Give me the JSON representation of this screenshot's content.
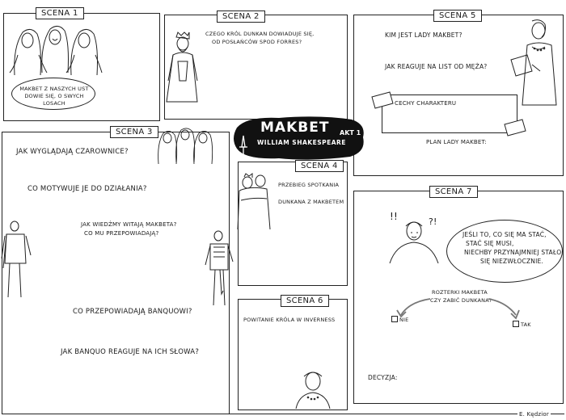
{
  "title": {
    "name": "Makbet",
    "author": "William Shakespeare",
    "act": "Akt 1"
  },
  "scenes": {
    "s1": {
      "label": "Scena 1",
      "bubble": "Makbet z naszych ust dowie się, o swych losach"
    },
    "s2": {
      "label": "Scena 2",
      "text_line1": "Czego król Dunkan dowiaduje się,",
      "text_line2": "od posłańców spod Forres?"
    },
    "s3": {
      "label": "Scena 3",
      "q1": "Jak wyglądają czarownice?",
      "q2": "Co motywuje je do działania?",
      "q3_line1": "Jak wiedźmy witają Makbeta?",
      "q3_line2": "Co mu przepowiadają?",
      "q4": "Co przepowiadają Banquowi?",
      "q5": "Jak Banquo reaguje na ich słowa?"
    },
    "s4": {
      "label": "Scena 4",
      "text_line1": "Przebieg spotkania",
      "text_line2": "Dunkana z Makbetem"
    },
    "s5": {
      "label": "Scena 5",
      "q1": "Kim jest Lady Makbet?",
      "q2": "Jak reaguje na list od męża?",
      "traits": "Cechy charakteru",
      "plan": "Plan Lady Makbet:"
    },
    "s6": {
      "label": "Scena 6",
      "text": "Powitanie króla w Inverness"
    },
    "s7": {
      "label": "Scena 7",
      "exclaim": "!!",
      "question": "?!",
      "bubble_line1": "Jeśli to, co się ma stać,",
      "bubble_line2": "stać się musi,",
      "bubble_line3": "niechby przynajmniej stało",
      "bubble_line4": "się niezwłocznie.",
      "dilemma_line1": "Rozterki Makbeta",
      "dilemma_line2": "Czy zabić Dunkana?",
      "option_no": "Nie",
      "option_yes": "Tak",
      "decision": "Decyzja:"
    }
  },
  "signature": "E. Kędzior"
}
